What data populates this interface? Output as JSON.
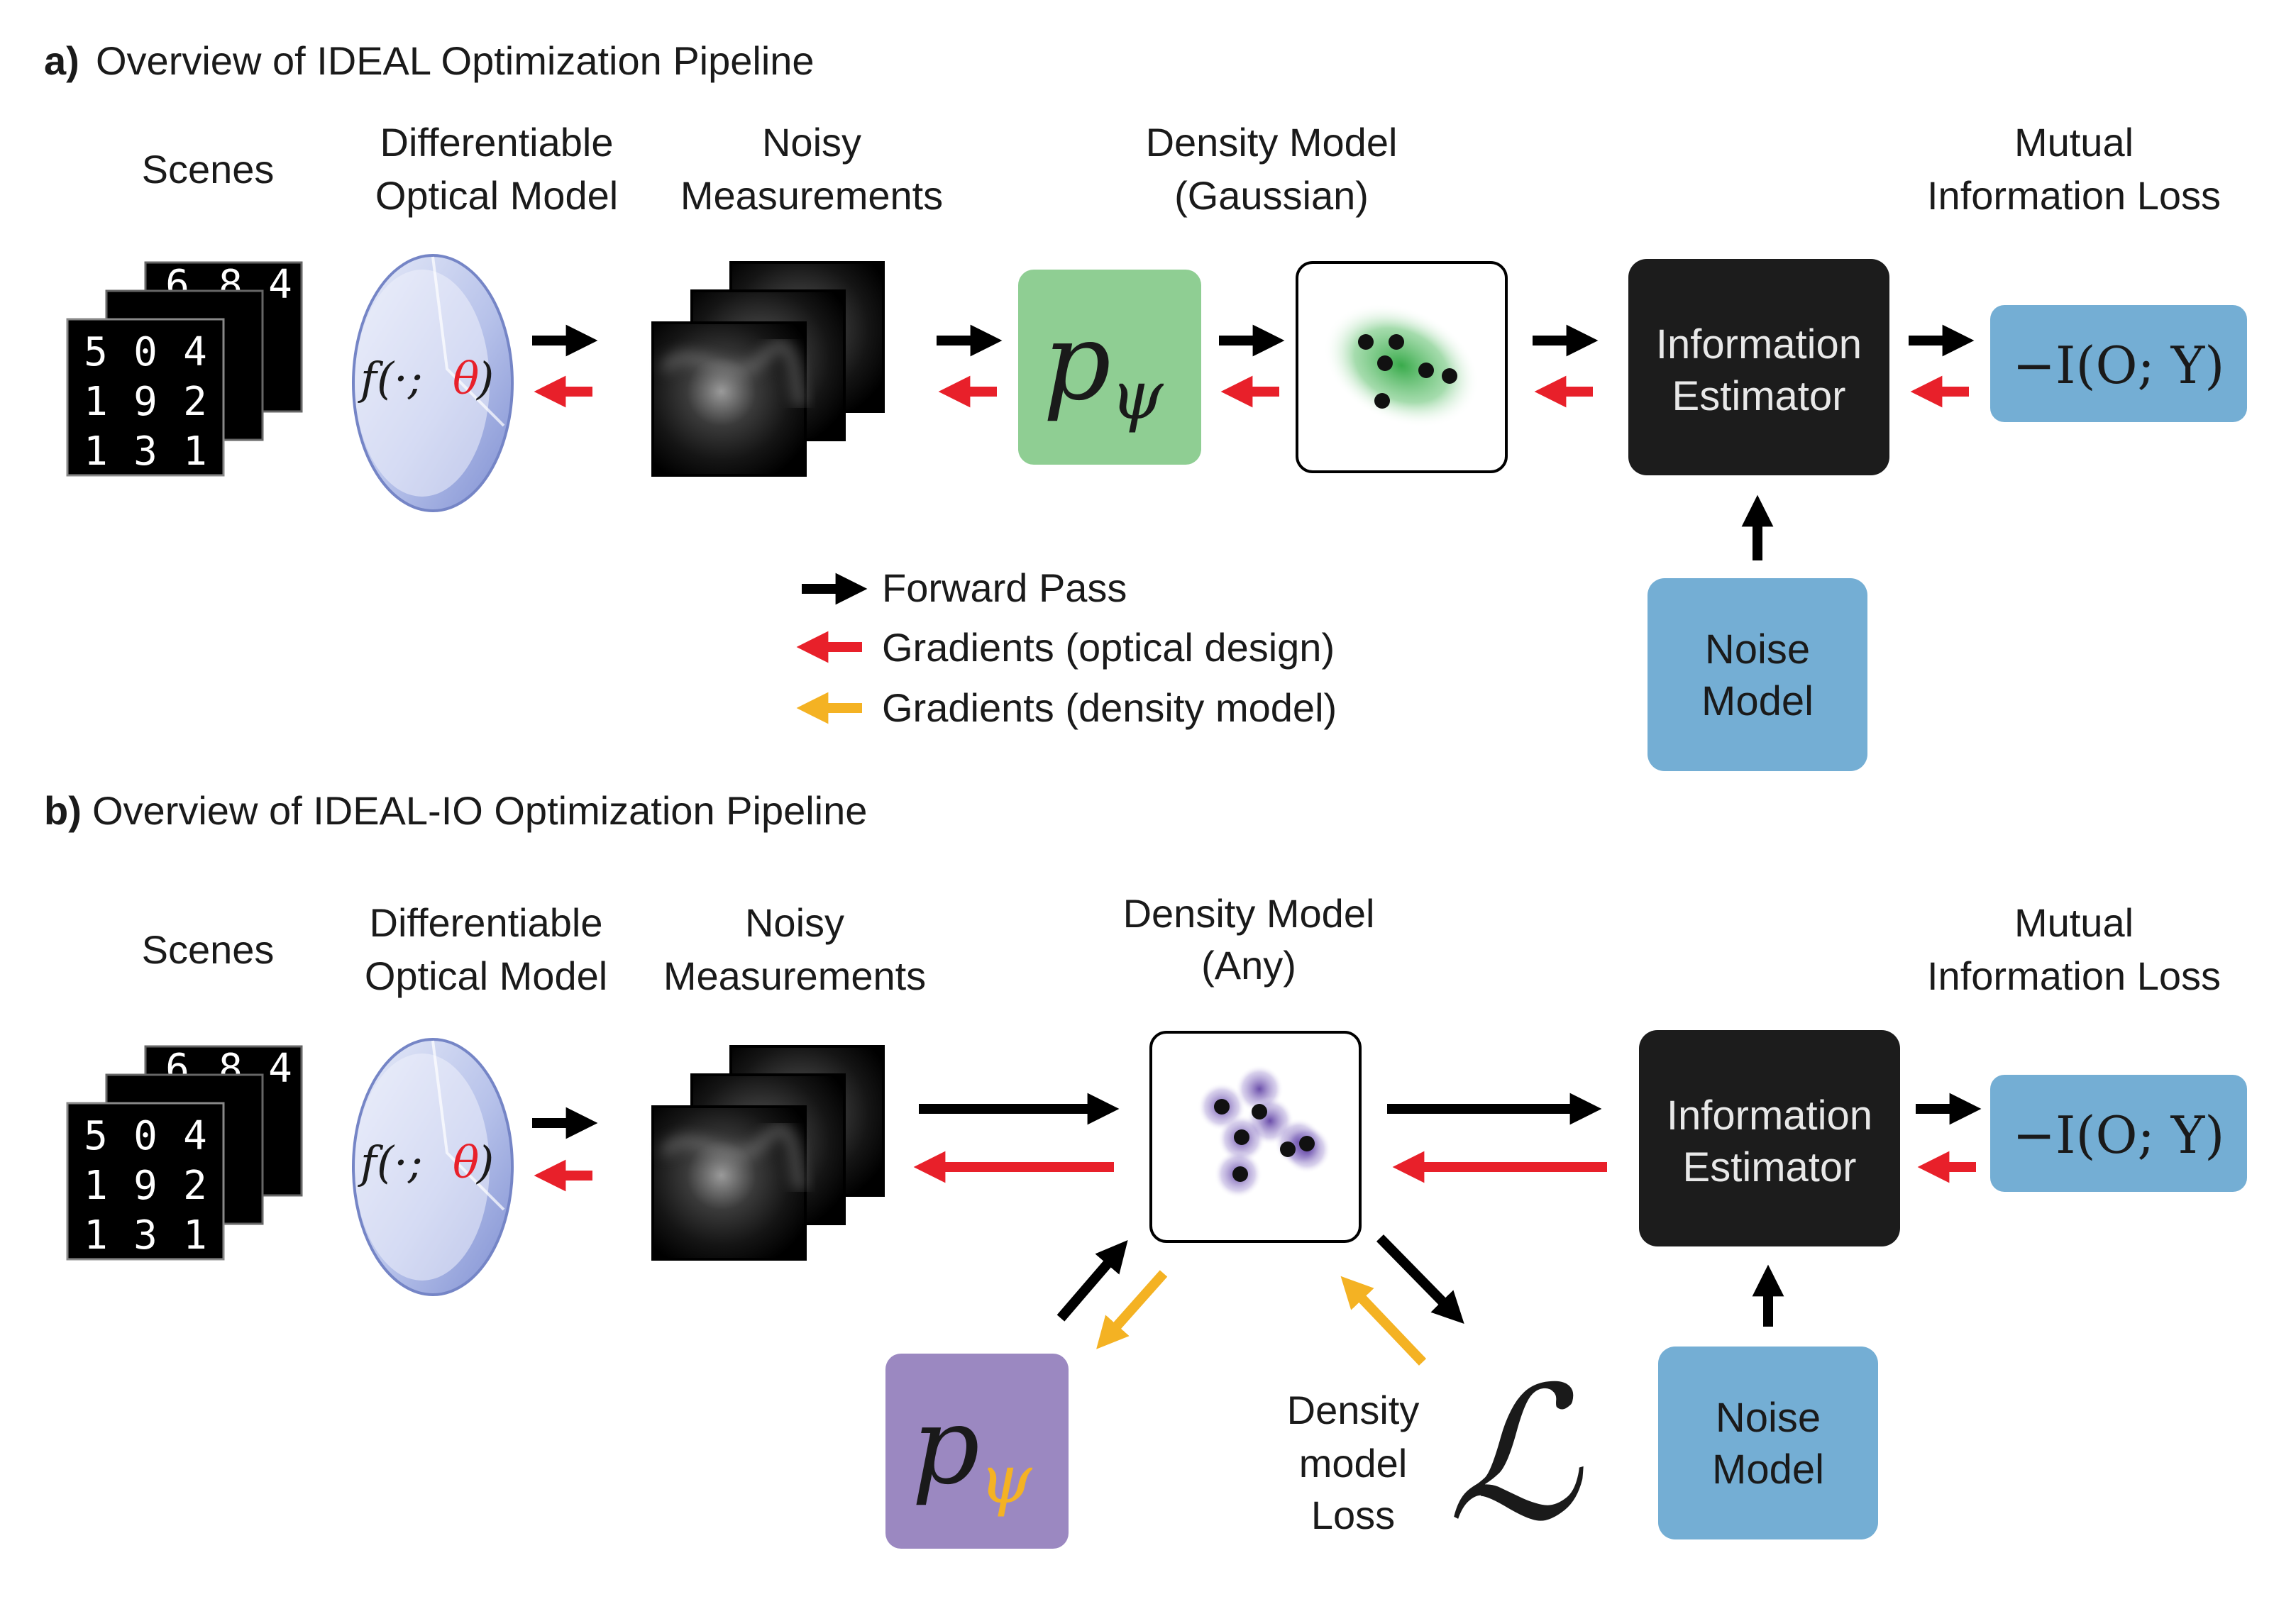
{
  "panel_a": {
    "letter": "a)",
    "title": "Overview of IDEAL Optimization Pipeline",
    "col_scenes": "Scenes",
    "col_optical_1": "Differentiable",
    "col_optical_2": "Optical Model",
    "col_noisy_1": "Noisy",
    "col_noisy_2": "Measurements",
    "col_density_1": "Density Model",
    "col_density_2": "(Gaussian)",
    "col_mi_1": "Mutual",
    "col_mi_2": "Information Loss",
    "optical_fn_prefix": "f(·;",
    "optical_fn_theta": "θ",
    "optical_fn_suffix": ")",
    "density_param_p": "p",
    "density_param_psi": "ψ",
    "estimator_1": "Information",
    "estimator_2": "Estimator",
    "mi_loss": "−I(O; Y)",
    "noise_1": "Noise",
    "noise_2": "Model"
  },
  "legend": {
    "forward": "Forward Pass",
    "grad_optical": "Gradients (optical design)",
    "grad_density": "Gradients (density model)"
  },
  "panel_b": {
    "letter": "b)",
    "title": "Overview of IDEAL-IO Optimization Pipeline",
    "col_scenes": "Scenes",
    "col_optical_1": "Differentiable",
    "col_optical_2": "Optical Model",
    "col_noisy_1": "Noisy",
    "col_noisy_2": "Measurements",
    "col_density_1": "Density Model",
    "col_density_2": "(Any)",
    "col_mi_1": "Mutual",
    "col_mi_2": "Information Loss",
    "optical_fn_prefix": "f(·;",
    "optical_fn_theta": "θ",
    "optical_fn_suffix": ")",
    "density_param_p": "p",
    "density_param_psi": "ψ",
    "loss_symbol": "ℒ",
    "loss_label_1": "Density",
    "loss_label_2": "model",
    "loss_label_3": "Loss",
    "estimator_1": "Information",
    "estimator_2": "Estimator",
    "mi_loss": "−I(O; Y)",
    "noise_1": "Noise",
    "noise_2": "Model"
  },
  "mnist_digits": {
    "row1": [
      "5",
      "0",
      "4"
    ],
    "row2": [
      "1",
      "9",
      "2"
    ],
    "row3": [
      "1",
      "3",
      "1"
    ],
    "back_row": [
      "6",
      "8",
      "4"
    ]
  },
  "colors": {
    "forward_arrow": "#000000",
    "optical_gradient": "#e8202a",
    "density_gradient": "#f4b223",
    "gaussian_box": "#8fce93",
    "parametric_box_b": "#9b88c1",
    "blue_box": "#74aed4",
    "estimator_box": "#1c1c1c",
    "theta_color": "#e8202a",
    "psi_b_color": "#f4b223"
  }
}
